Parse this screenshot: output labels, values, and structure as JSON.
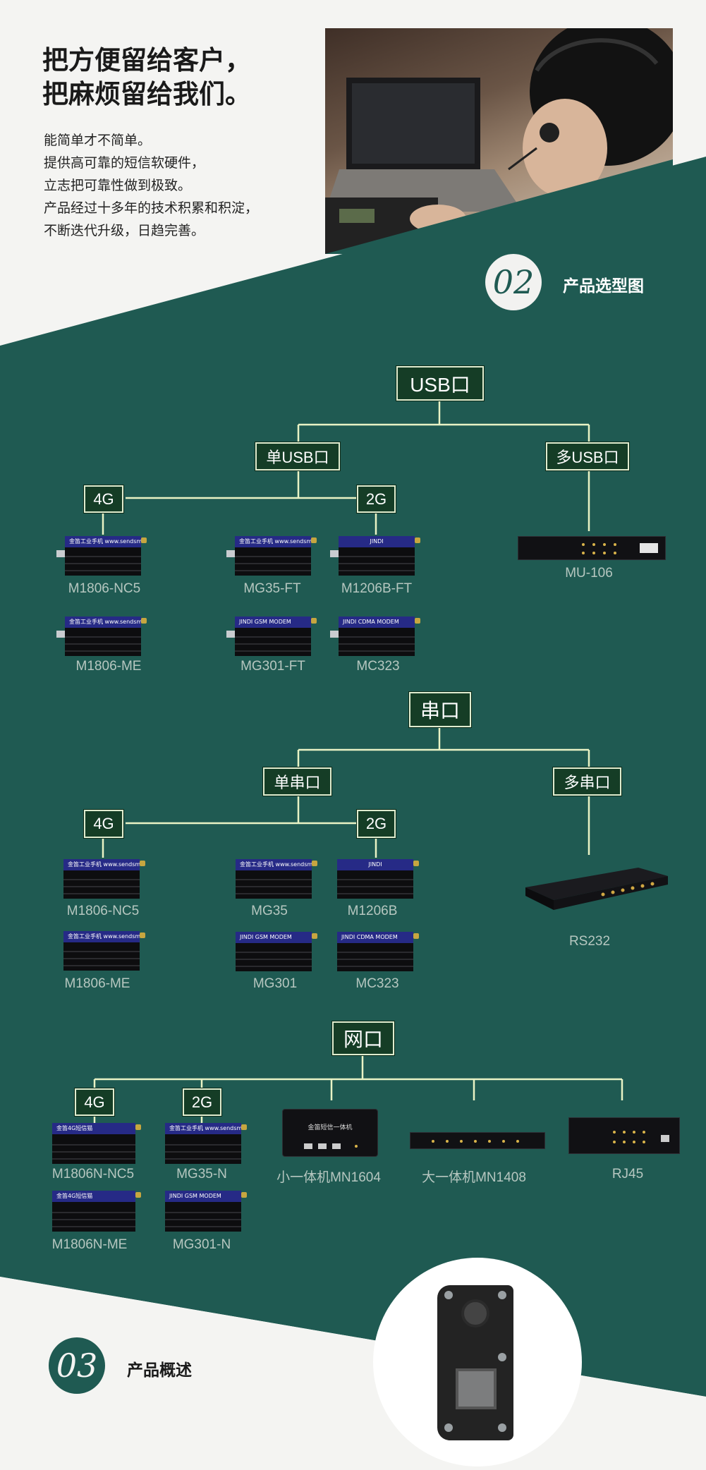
{
  "intro": {
    "headline_line1": "把方便留给客户，",
    "headline_line2": "把麻烦留给我们。",
    "body_lines": [
      "能简单才不简单。",
      "提供高可靠的短信软硬件，",
      "立志把可靠性做到极致。",
      "产品经过十多年的技术积累和积淀，",
      "不断迭代升级，日趋完善。"
    ]
  },
  "section2": {
    "number": "02",
    "title": "产品选型图"
  },
  "section3": {
    "number": "03",
    "title": "产品概述"
  },
  "colors": {
    "green": "#1f5a52",
    "dark_box": "#153d26",
    "box_border": "#dfeccf",
    "label": "#b6c7c0",
    "line": "#e9f3c5"
  },
  "usb": {
    "root": "USB口",
    "single": "单USB口",
    "multi": "多USB口",
    "tag_4g": "4G",
    "tag_2g": "2G",
    "products": {
      "m1806_nc5": "M1806-NC5",
      "m1806_me": "M1806-ME",
      "mg35_ft": "MG35-FT",
      "mg301_ft": "MG301-FT",
      "m1206b_ft": "M1206B-FT",
      "mc323": "MC323",
      "mu106": "MU-106"
    }
  },
  "serial": {
    "root": "串口",
    "single": "单串口",
    "multi": "多串口",
    "tag_4g": "4G",
    "tag_2g": "2G",
    "products": {
      "m1806_nc5": "M1806-NC5",
      "m1806_me": "M1806-ME",
      "mg35": "MG35",
      "mg301": "MG301",
      "m1206b": "M1206B",
      "mc323": "MC323",
      "rs232": "RS232"
    }
  },
  "network": {
    "root": "网口",
    "tag_4g": "4G",
    "tag_2g": "2G",
    "products": {
      "m1806n_nc5": "M1806N-NC5",
      "m1806n_me": "M1806N-ME",
      "mg35_n": "MG35-N",
      "mg301_n": "MG301-N",
      "mn1604": "小一体机MN1604",
      "mn1408": "大一体机MN1408",
      "rj45": "RJ45"
    }
  },
  "device_faces": {
    "industrial": "金笛工业手机",
    "site": "www.sendsms.cn",
    "jindi": "JINDI",
    "gsm": "JINDI GSM MODEM",
    "cdma": "JINDI CDMA MODEM",
    "lte": "金笛4G短信猫",
    "allinone": "金笛短信一体机"
  }
}
